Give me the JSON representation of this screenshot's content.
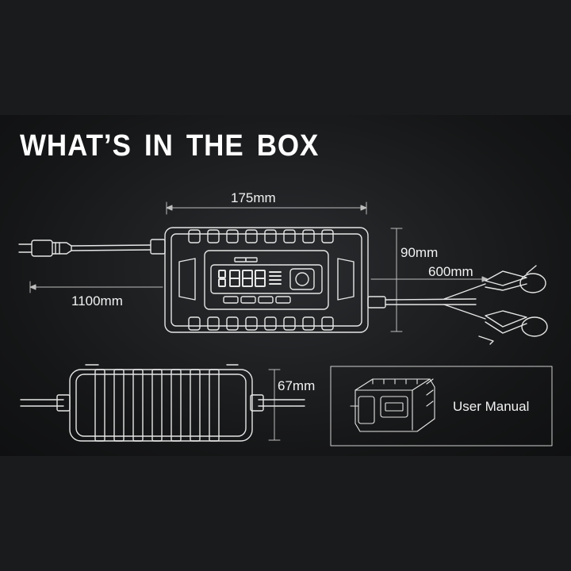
{
  "title": "WHAT’S IN THE BOX",
  "dimensions": {
    "width": "175mm",
    "height": "90mm",
    "clamp_cable": "600mm",
    "ac_cable": "1100mm",
    "depth": "67mm"
  },
  "accessory": {
    "label": "User Manual"
  },
  "colors": {
    "background": "#1a1b1d",
    "line": "#e8e8e8",
    "text": "#ffffff"
  }
}
